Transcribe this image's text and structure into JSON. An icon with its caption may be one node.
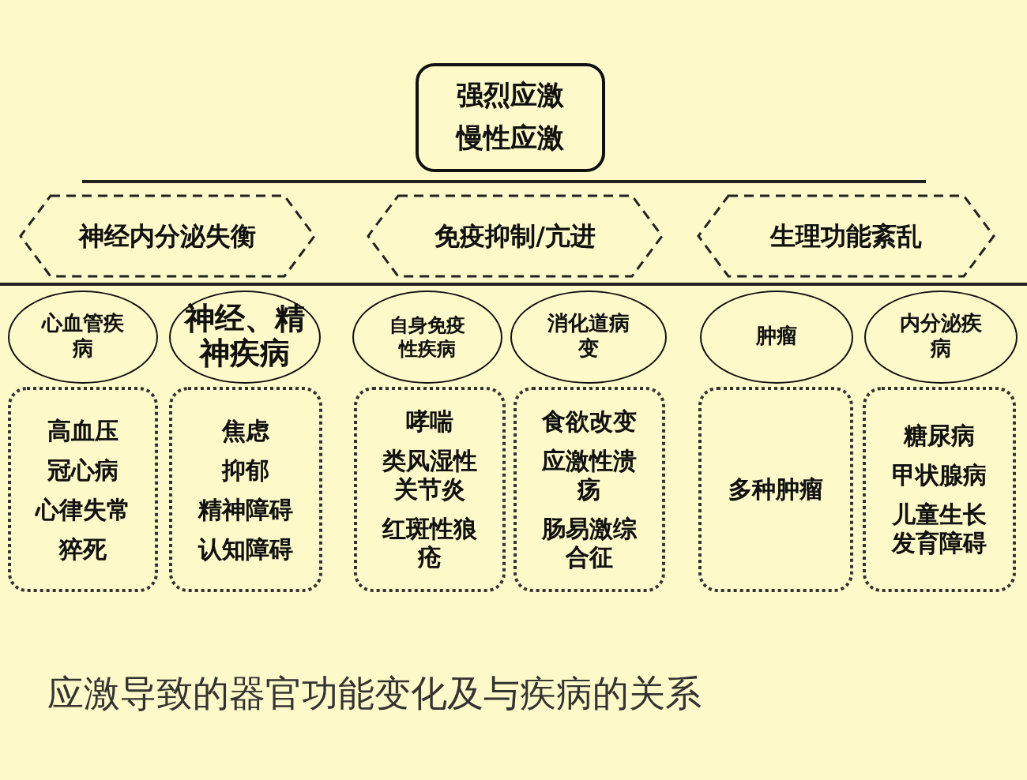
{
  "diagram": {
    "caption": "应激导致的器官功能变化及与疾病的关系",
    "nodes": [
      {
        "text": [
          "强烈应激",
          "慢性应激"
        ]
      },
      {
        "text": [
          "神经内分泌失衡"
        ]
      },
      {
        "text": [
          "免疫抑制/亢进"
        ]
      },
      {
        "text": [
          "生理功能紊乱"
        ]
      },
      {
        "text": [
          "心血管疾病"
        ]
      },
      {
        "text": [
          "神经、精神疾病"
        ]
      },
      {
        "text": [
          "自身免疫性疾病"
        ]
      },
      {
        "text": [
          "消化道病变"
        ]
      },
      {
        "text": [
          "肿瘤"
        ]
      },
      {
        "text": [
          "内分泌疾病"
        ]
      },
      {
        "text": [
          "高血压",
          "冠心病",
          "心律失常",
          "猝死"
        ]
      },
      {
        "text": [
          "焦虑",
          "抑郁",
          "精神障碍",
          "认知障碍"
        ]
      },
      {
        "text": [
          "哮喘",
          "类风湿性关节炎",
          "红斑性狼疮"
        ]
      },
      {
        "text": [
          "食欲改变",
          "应激性溃疡",
          "肠易激综合征"
        ]
      },
      {
        "text": [
          "多种肿瘤"
        ]
      },
      {
        "text": [
          "糖尿病",
          "甲状腺病",
          "儿童生长发育障碍"
        ]
      }
    ]
  }
}
